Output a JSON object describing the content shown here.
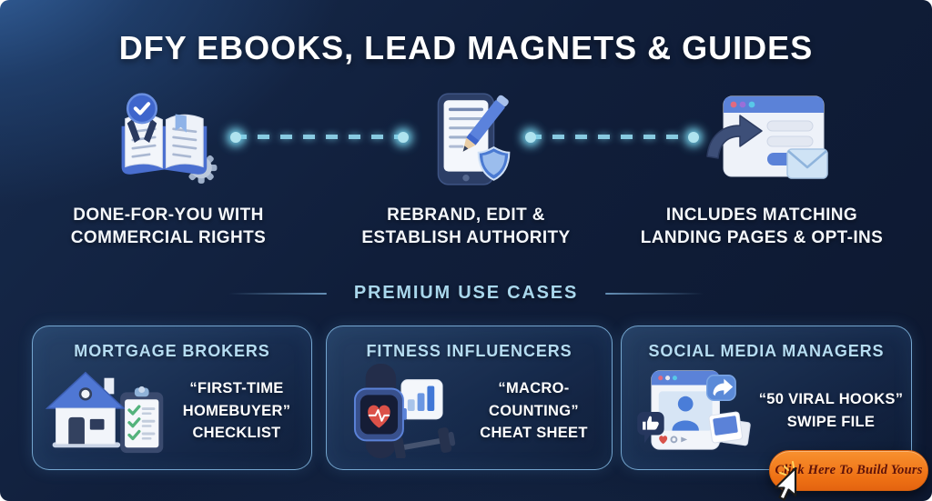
{
  "title": "DFY EBOOKS, LEAD MAGNETS & GUIDES",
  "features": [
    {
      "icon": "certified-ebook-icon",
      "lines": [
        "DONE-FOR-YOU WITH",
        "COMMERCIAL RIGHTS"
      ]
    },
    {
      "icon": "tablet-edit-shield-icon",
      "lines": [
        "REBRAND, EDIT &",
        "ESTABLISH AUTHORITY"
      ]
    },
    {
      "icon": "landing-page-optin-icon",
      "lines": [
        "INCLUDES MATCHING",
        "LANDING PAGES & OPT-INS"
      ]
    }
  ],
  "section": {
    "heading": "PREMIUM USE CASES"
  },
  "use_cases": [
    {
      "icon": "house-checklist-icon",
      "audience": "MORTGAGE BROKERS",
      "asset_lines": [
        "“FIRST-TIME",
        "HOMEBUYER”",
        "CHECKLIST"
      ]
    },
    {
      "icon": "fitness-watch-icon",
      "audience": "FITNESS INFLUENCERS",
      "asset_lines": [
        "“MACRO-COUNTING”",
        "CHEAT SHEET"
      ]
    },
    {
      "icon": "social-post-icon",
      "audience": "SOCIAL MEDIA MANAGERS",
      "asset_lines": [
        "“50 VIRAL HOOKS”",
        "SWIPE FILE"
      ]
    }
  ],
  "cta": {
    "label": "Click Here To Build Yours"
  },
  "colors": {
    "background_navy": "#101e3a",
    "glow_blue": "#3a6cac",
    "accent_cyan": "#8fd4ea",
    "heading_blue": "#a9d7ec",
    "card_border": "#80b4de",
    "cta_orange": "#ee7014",
    "cta_text": "#5e130a"
  }
}
